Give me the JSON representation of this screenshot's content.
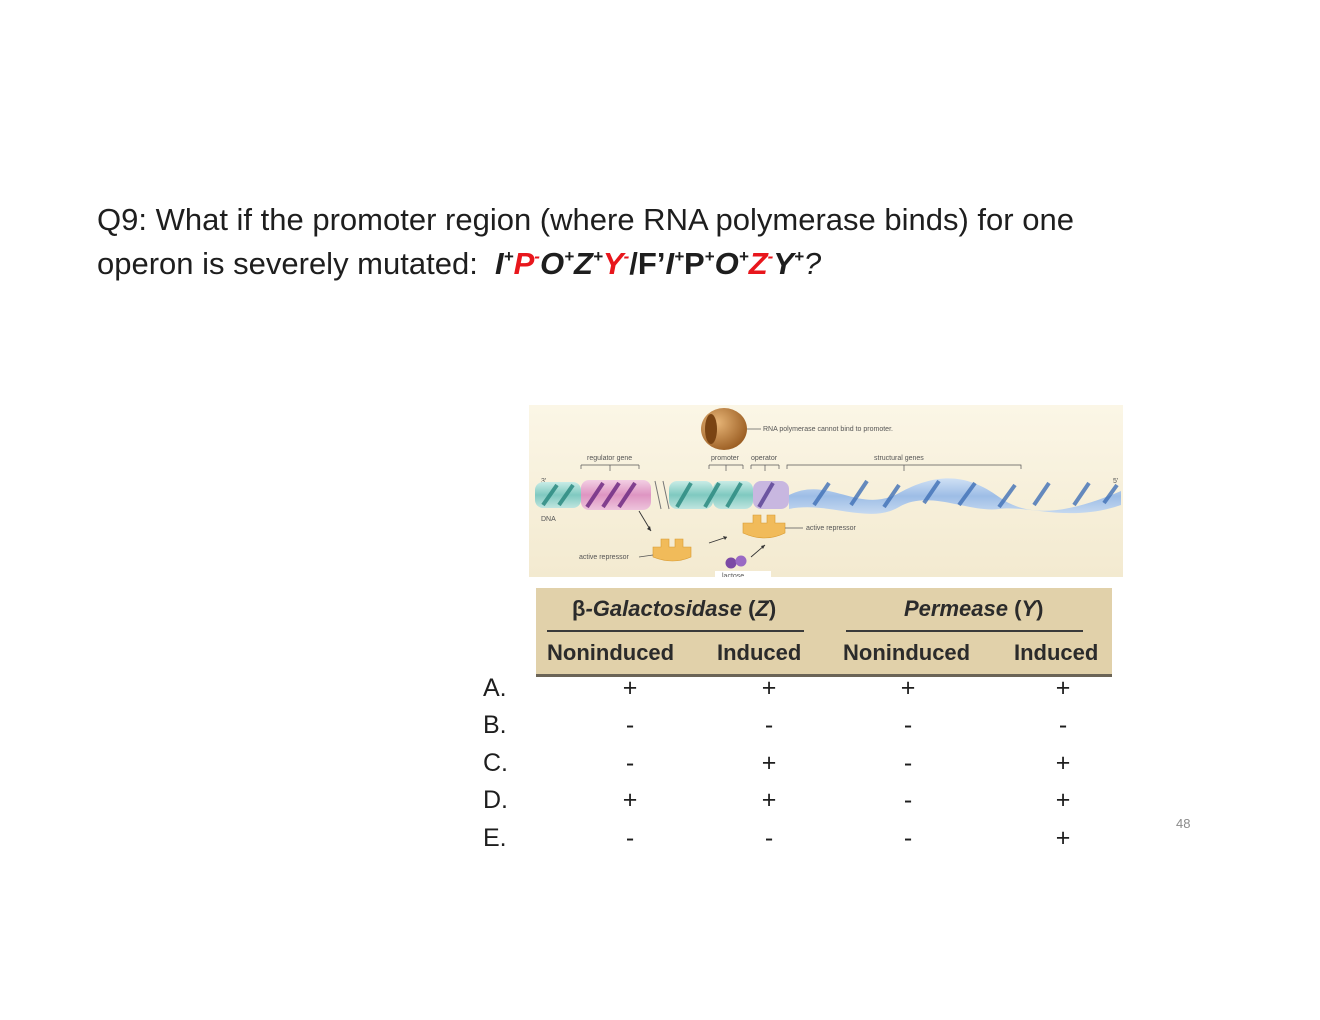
{
  "question": {
    "line1": "Q9: What if the promoter region (where RNA polymerase binds) for one",
    "line2_prefix": "operon is severely mutated:",
    "genotype": [
      {
        "t": "I",
        "sup": "+",
        "red": false
      },
      {
        "t": "P",
        "sup": "-",
        "red": true
      },
      {
        "t": "O",
        "sup": "+",
        "red": false
      },
      {
        "t": "Z",
        "sup": "+",
        "red": false
      },
      {
        "t": "Y",
        "sup": "-",
        "red": true
      },
      {
        "t": "/F’",
        "sup": "",
        "red": false,
        "upright": true
      },
      {
        "t": "I",
        "sup": "+",
        "red": false
      },
      {
        "t": "P",
        "sup": "+",
        "red": false,
        "upright": true
      },
      {
        "t": "O",
        "sup": "+",
        "red": false
      },
      {
        "t": "Z",
        "sup": "-",
        "red": true
      },
      {
        "t": "Y",
        "sup": "+",
        "red": false
      },
      {
        "t": "?",
        "sup": "",
        "red": false,
        "plain": true
      }
    ]
  },
  "figure": {
    "polymerase_note": "RNA polymerase cannot bind to promoter.",
    "regulator_gene": "regulator gene",
    "promoter": "promoter",
    "operator": "operator",
    "structural_genes": "structural genes",
    "three_prime": "3'",
    "five_prime": "5'",
    "dna": "DNA",
    "active_repressor_right": "active repressor",
    "active_repressor_left": "active repressor",
    "lactose": "lactose"
  },
  "table": {
    "groups": [
      {
        "symbol": "β",
        "name": "-Galactosidase",
        "gene": "Z"
      },
      {
        "symbol": "",
        "name": "Permease",
        "gene": "Y"
      }
    ],
    "subheaders": [
      "Noninduced",
      "Induced",
      "Noninduced",
      "Induced"
    ],
    "rows": [
      {
        "label": "A.",
        "values": [
          "+",
          "+",
          "+",
          "+"
        ]
      },
      {
        "label": "B.",
        "values": [
          "-",
          "-",
          "-",
          "-"
        ]
      },
      {
        "label": "C.",
        "values": [
          "-",
          "+",
          "-",
          "+"
        ]
      },
      {
        "label": "D.",
        "values": [
          "+",
          "+",
          "-",
          "+"
        ]
      },
      {
        "label": "E.",
        "values": [
          "-",
          "-",
          "-",
          "+"
        ]
      }
    ]
  },
  "page_number": "48",
  "colors": {
    "mutation": "#e8161c",
    "table_header_bg": "#e1d1aa"
  }
}
